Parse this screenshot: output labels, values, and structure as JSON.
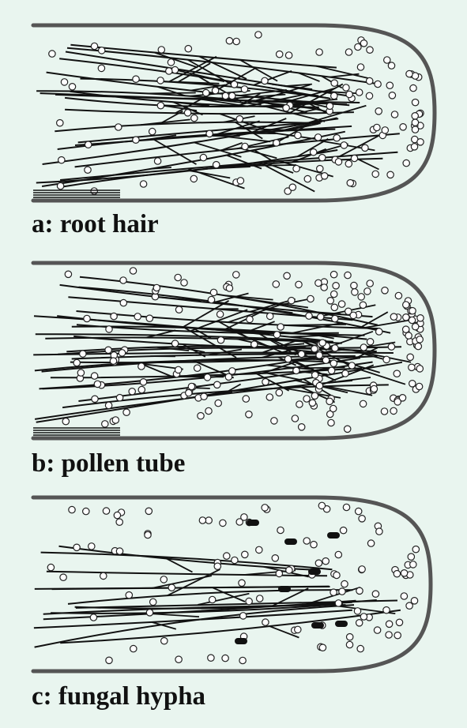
{
  "figure": {
    "panels": [
      {
        "label": "a: root hair"
      },
      {
        "label": "b: pollen tube"
      },
      {
        "label": "c: fungal hypha"
      }
    ]
  }
}
